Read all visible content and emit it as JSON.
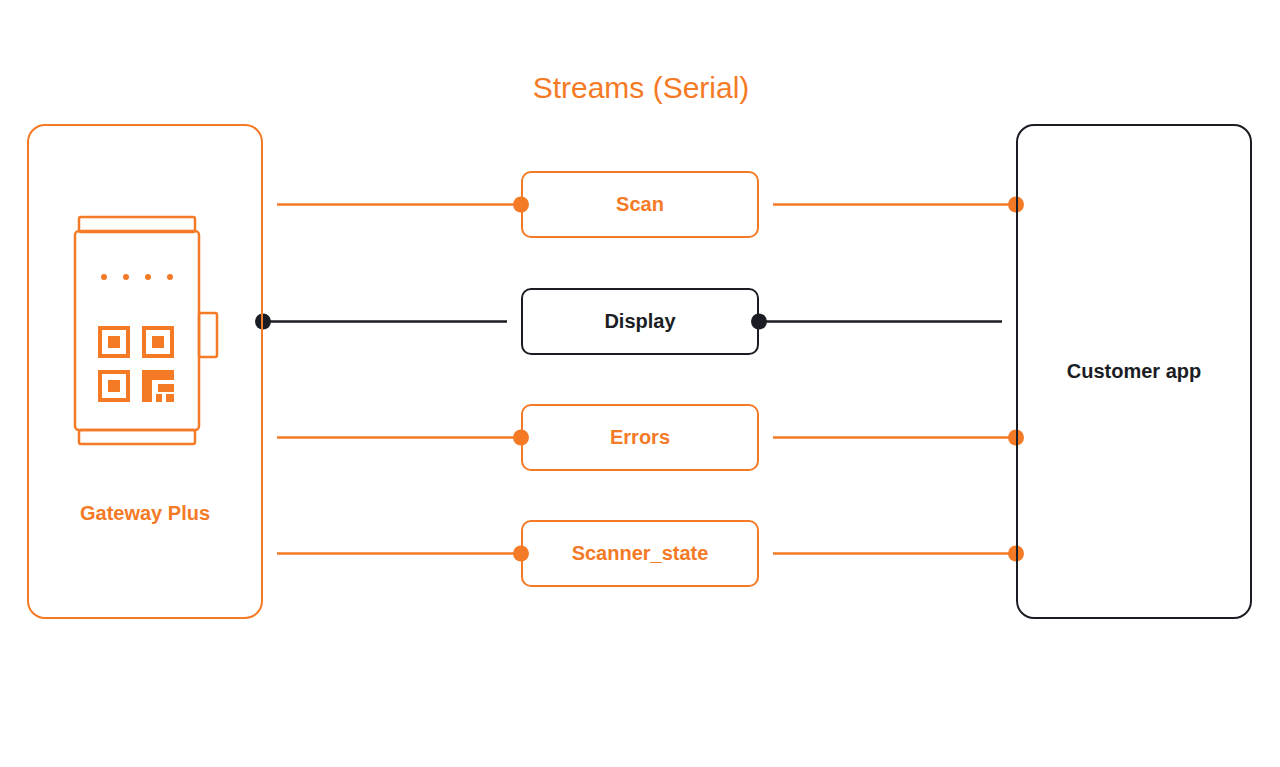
{
  "diagram": {
    "title": "Streams (Serial)",
    "nodes": [
      {
        "text": [
          "Gateway Plus"
        ]
      },
      {
        "text": [
          "Scan"
        ]
      },
      {
        "text": [
          "Display"
        ]
      },
      {
        "text": [
          "Errors"
        ]
      },
      {
        "text": [
          "Scanner_state"
        ]
      },
      {
        "text": [
          "Customer app"
        ]
      }
    ],
    "edges": [
      {
        "from": 0,
        "to": 1,
        "arrow": "to"
      },
      {
        "from": 1,
        "to": 5,
        "arrow": "to"
      },
      {
        "from": 2,
        "to": 0,
        "arrow": "to"
      },
      {
        "from": 5,
        "to": 2,
        "arrow": "to"
      },
      {
        "from": 0,
        "to": 3,
        "arrow": "to"
      },
      {
        "from": 3,
        "to": 5,
        "arrow": "to"
      },
      {
        "from": 0,
        "to": 4,
        "arrow": "to"
      },
      {
        "from": 4,
        "to": 5,
        "arrow": "to"
      }
    ]
  }
}
